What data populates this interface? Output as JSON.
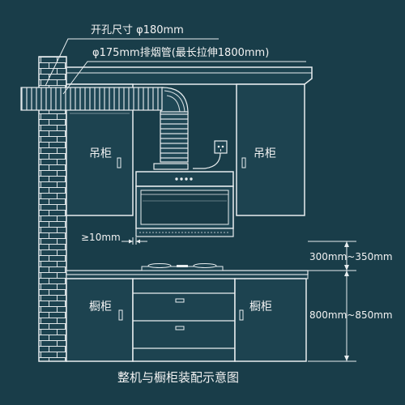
{
  "labels": {
    "hole_size": "开孔尺寸 φ180mm",
    "exhaust_pipe": "φ175mm排烟管(最长拉伸1800mm)",
    "wall_cabinet_left": "吊柜",
    "wall_cabinet_right": "吊柜",
    "gap": "≥10mm",
    "height_hood": "300mm~350mm",
    "base_cabinet_left": "橱柜",
    "base_cabinet_right": "橱柜",
    "height_counter": "800mm~850mm",
    "caption": "整机与橱柜装配示意图"
  },
  "colors": {
    "background": "#193d49",
    "line": "#e8edef",
    "fill": "#1d4350"
  }
}
